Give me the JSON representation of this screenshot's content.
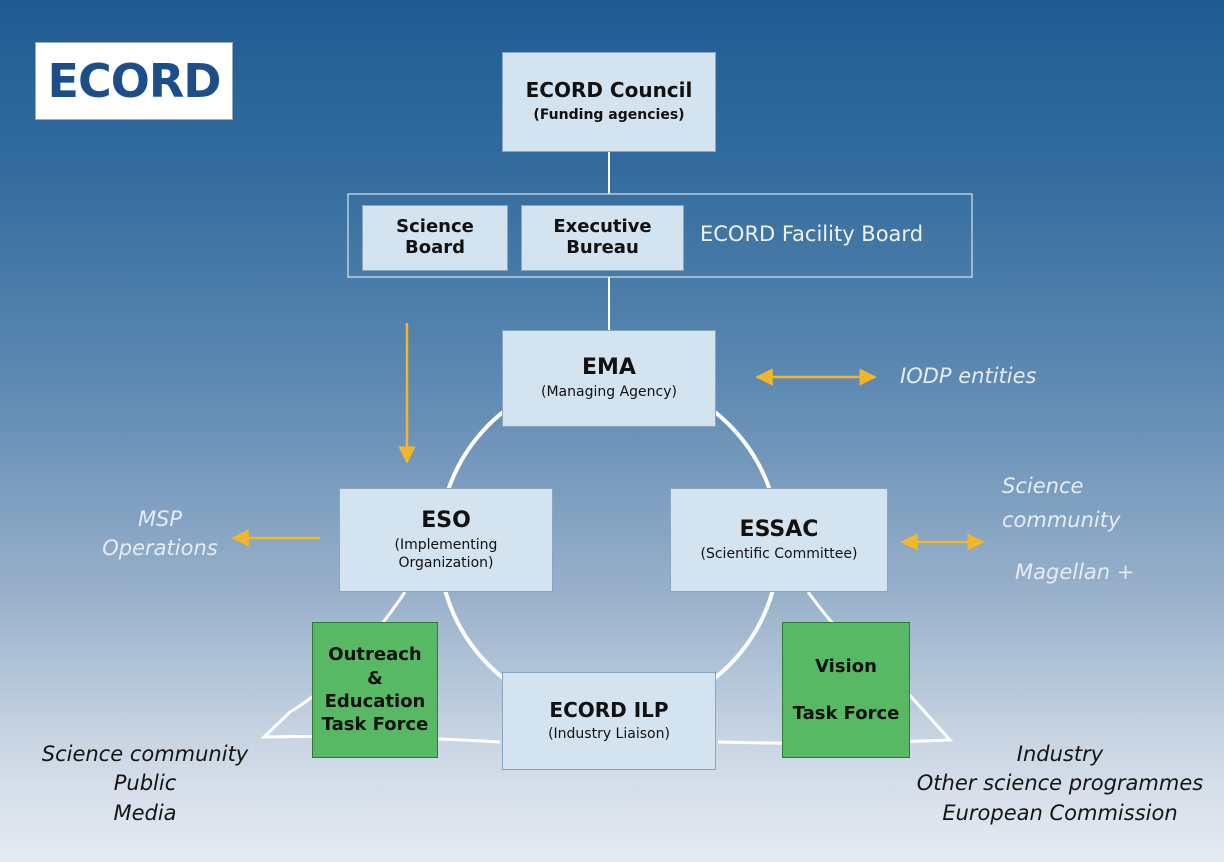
{
  "logo": {
    "text": "ECORD"
  },
  "council": {
    "title": "ECORD Council",
    "subtitle": "(Funding agencies)"
  },
  "facility_board": {
    "label": "ECORD Facility Board",
    "science_board": "Science\nBoard",
    "executive_bureau": "Executive\nBureau"
  },
  "ema": {
    "title": "EMA",
    "subtitle": "(Managing Agency)"
  },
  "eso": {
    "title": "ESO",
    "subtitle": "(Implementing\nOrganization)"
  },
  "essac": {
    "title": "ESSAC",
    "subtitle": "(Scientific Committee)"
  },
  "ilp": {
    "title": "ECORD ILP",
    "subtitle": "(Industry Liaison)"
  },
  "outreach_task_force": "Outreach\n&\nEducation\nTask Force",
  "vision_task_force": "Vision\n\nTask Force",
  "external": {
    "iodp": "IODP entities",
    "msp": "MSP\nOperations",
    "science_community": "Science\ncommunity",
    "magellan": "Magellan +",
    "public_groups": "Science community\nPublic\nMedia",
    "industry_groups": "Industry\nOther science programmes\nEuropean Commission"
  },
  "colors": {
    "arrow": "#f3b62b",
    "box": "#d3e3f0",
    "task_force": "#58b863",
    "connector": "#ffffff"
  }
}
